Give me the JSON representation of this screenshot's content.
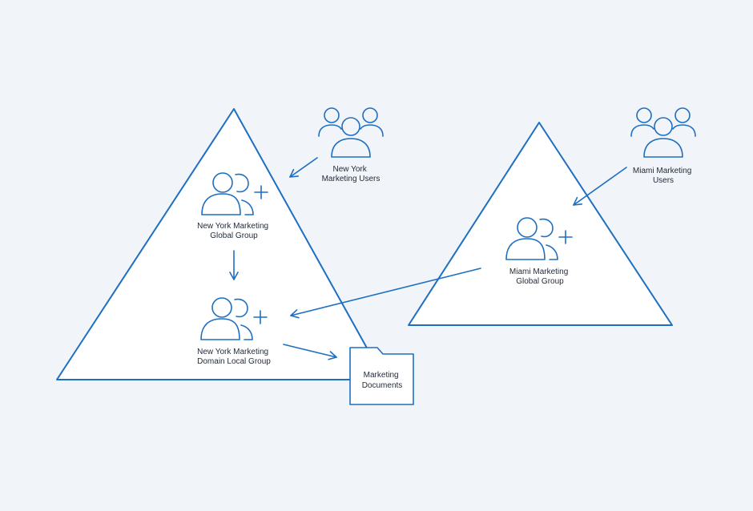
{
  "colors": {
    "background": "#f1f4f9",
    "stroke": "#1e6fc1",
    "fill": "#ffffff",
    "text": "#1f2937"
  },
  "diagram": {
    "ny_users": {
      "line1": "New York",
      "line2": "Marketing Users",
      "icon": "users-group-icon"
    },
    "ny_global_group": {
      "line1": "New York Marketing",
      "line2": "Global Group",
      "icon": "add-group-icon"
    },
    "ny_domain_local_group": {
      "line1": "New York Marketing",
      "line2": "Domain Local Group",
      "icon": "add-group-icon"
    },
    "marketing_documents": {
      "line1": "Marketing",
      "line2": "Documents",
      "icon": "folder-icon"
    },
    "miami_users": {
      "line1": "Miami Marketing",
      "line2": "Users",
      "icon": "users-group-icon"
    },
    "miami_global_group": {
      "line1": "Miami Marketing",
      "line2": "Global Group",
      "icon": "add-group-icon"
    }
  }
}
